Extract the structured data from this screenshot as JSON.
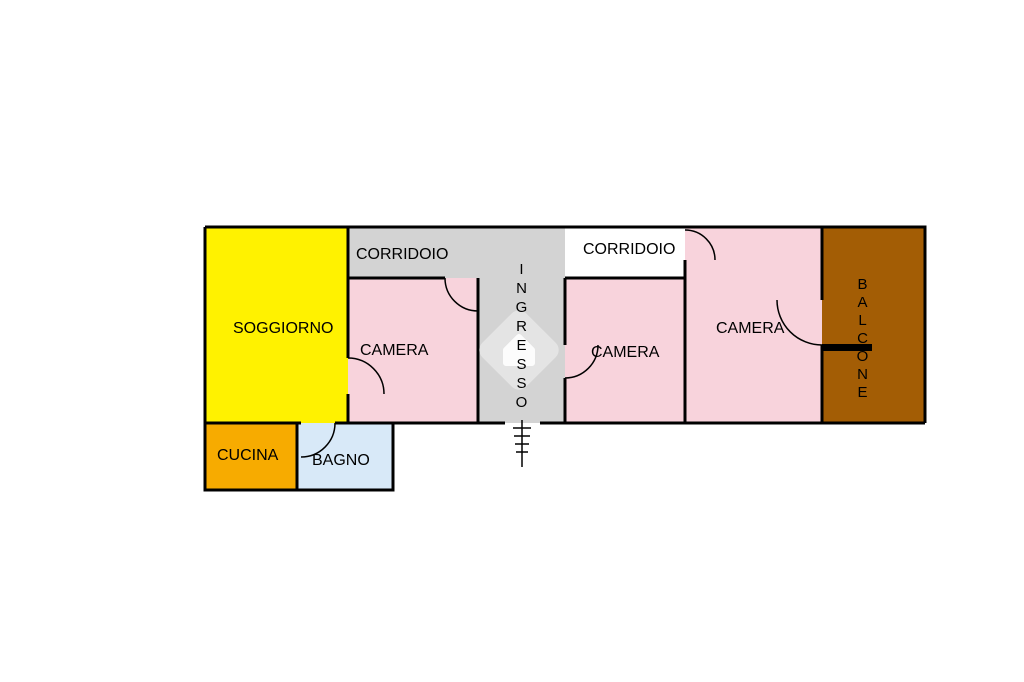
{
  "floorplan": {
    "rooms": {
      "soggiorno": {
        "label": "SOGGIORNO",
        "color": "#FFF200"
      },
      "corridoio_left": {
        "label": "CORRIDOIO",
        "color": "#D3D3D3"
      },
      "camera_1": {
        "label": "CAMERA",
        "color": "#F8D3DC"
      },
      "ingresso": {
        "label": "INGRESSO",
        "color": "#D3D3D3"
      },
      "corridoio_right": {
        "label": "CORRIDOIO",
        "color": "#FFFFFF"
      },
      "camera_2": {
        "label": "CAMERA",
        "color": "#F8D3DC"
      },
      "camera_3": {
        "label": "CAMERA",
        "color": "#F8D3DC"
      },
      "balcone": {
        "label": "BALCONE",
        "color": "#A35D05"
      },
      "cucina": {
        "label": "CUCINA",
        "color": "#F7AB00"
      },
      "bagno": {
        "label": "BAGNO",
        "color": "#D8E9F8"
      }
    },
    "wall_color": "#000000",
    "text_color": "#000000",
    "watermark": {
      "icon": "house-icon",
      "diamond_color": "#E5E5E5",
      "house_color": "#FFFFFF"
    },
    "entrance": {
      "icon": "stairs-icon"
    }
  }
}
